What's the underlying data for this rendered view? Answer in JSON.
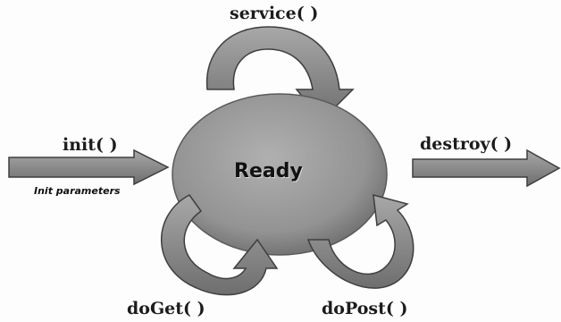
{
  "diagram": {
    "center_label": "Ready",
    "service_label": "service( )",
    "init_label": "init( )",
    "init_sub_label": "Init parameters",
    "destroy_label": "destroy( )",
    "doget_label": "doGet( )",
    "dopost_label": "doPost( )"
  },
  "colors": {
    "ellipse_fill": "#9a9a9a",
    "arrow_fill": "#8c8c8c",
    "arrow_stroke": "#3e3e3e",
    "label_text": "#1c1c1c"
  }
}
